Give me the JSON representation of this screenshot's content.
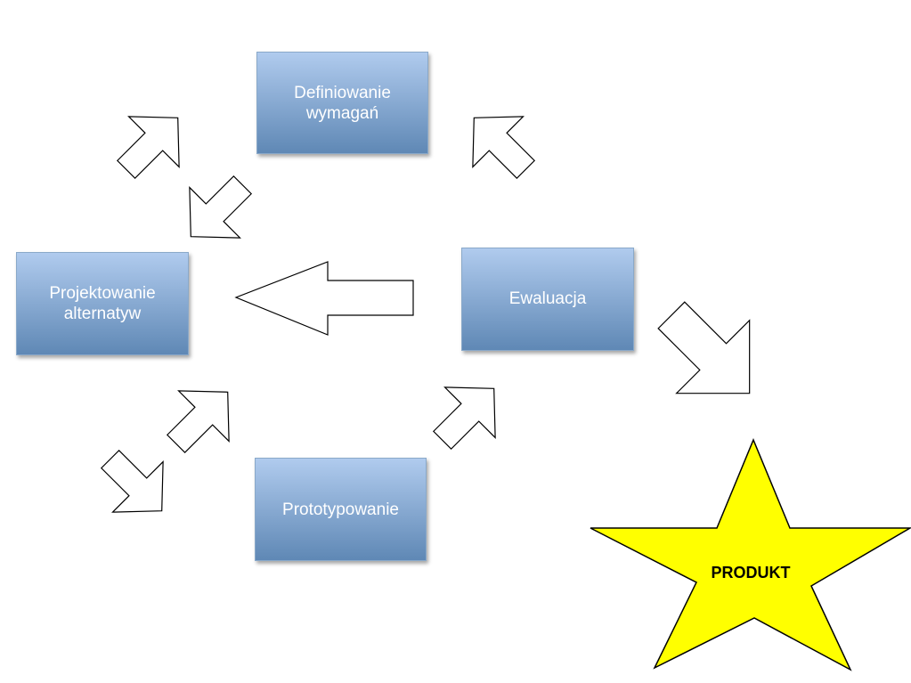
{
  "diagram": {
    "nodes": [
      {
        "id": "definiowanie",
        "label": "Definiowanie\nwymagań"
      },
      {
        "id": "projektowanie",
        "label": "Projektowanie\nalternatyw"
      },
      {
        "id": "ewaluacja",
        "label": "Ewaluacja"
      },
      {
        "id": "prototypowanie",
        "label": "Prototypowanie"
      }
    ],
    "edges": [
      {
        "from": "projektowanie",
        "to": "definiowanie"
      },
      {
        "from": "definiowanie",
        "to": "projektowanie"
      },
      {
        "from": "ewaluacja",
        "to": "definiowanie"
      },
      {
        "from": "ewaluacja",
        "to": "projektowanie"
      },
      {
        "from": "prototypowanie",
        "to": "projektowanie"
      },
      {
        "from": "projektowanie",
        "to": "prototypowanie"
      },
      {
        "from": "prototypowanie",
        "to": "ewaluacja"
      },
      {
        "from": "ewaluacja",
        "to": "produkt"
      }
    ],
    "result": {
      "id": "produkt",
      "label": "PRODUKT",
      "shape": "star"
    }
  },
  "colors": {
    "node_gradient_top": "#b0cbee",
    "node_gradient_bottom": "#5f88b5",
    "arrow_fill": "#ffffff",
    "arrow_stroke": "#000000",
    "star_fill": "#ffff00",
    "star_stroke": "#000000",
    "node_text": "#ffffff"
  }
}
